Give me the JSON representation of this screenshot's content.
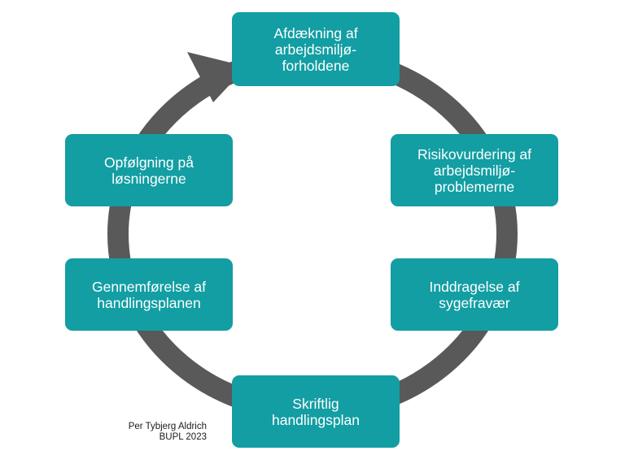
{
  "colors": {
    "box_fill": "#129ea3",
    "box_text": "#ffffff",
    "ring": "#595959"
  },
  "cycle": {
    "steps": [
      {
        "label": "Afdækning af\narbejdsmiljø-\nforholdene"
      },
      {
        "label": "Risikovurdering af\narbejdsmiljø-\nproblemerne"
      },
      {
        "label": "Inddragelse af\nsygefravær"
      },
      {
        "label": "Skriftlig\nhandlingsplan"
      },
      {
        "label": "Gennemførelse af\nhandlingsplanen"
      },
      {
        "label": "Opfølgning på\nløsningerne"
      }
    ],
    "arrow_icon": "cycle-arrowhead"
  },
  "credit": {
    "text": "Per Tybjerg Aldrich\nBUPL 2023"
  }
}
